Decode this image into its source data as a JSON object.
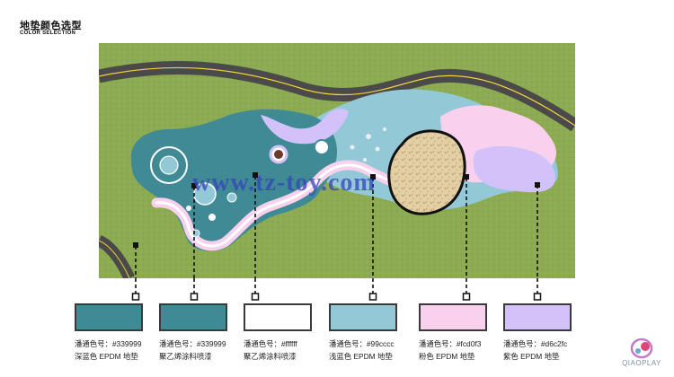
{
  "header": {
    "title_cn": "地垫颜色选型",
    "title_en": "COLOR SELECTION"
  },
  "watermark": "www.tz-toy.com",
  "brand": {
    "logo_text": "QIAOPLAY"
  },
  "swatches": [
    {
      "label": "潘通色号：#339999",
      "desc": "深蓝色 EPDM 地垫",
      "color": "#3f8a95"
    },
    {
      "label": "潘通色号：#339999",
      "desc": "聚乙烯涂料喷漆",
      "color": "#3f8a95"
    },
    {
      "label": "潘通色号：#ffffff",
      "desc": "聚乙烯涂料喷漆",
      "color": "#ffffff"
    },
    {
      "label": "潘通色号：#99cccc",
      "desc": "浅蓝色 EPDM 地垫",
      "color": "#93c8d6"
    },
    {
      "label": "潘通色号：#fcd0f3",
      "desc": "粉色 EPDM 地垫",
      "color": "#f9d1ef"
    },
    {
      "label": "潘通色号：#d6c2fc",
      "desc": "紫色 EPDM 地垫",
      "color": "#d3c1f9"
    }
  ]
}
